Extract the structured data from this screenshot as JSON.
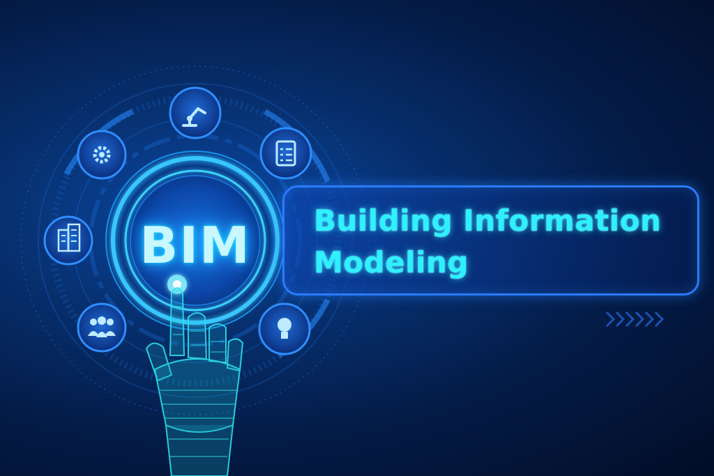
{
  "hub": {
    "label": "BIM"
  },
  "title": {
    "line1": "Building Information",
    "line2": "Modeling"
  },
  "icons": [
    "gear-icon",
    "robot-arm-icon",
    "clipboard-checklist-icon",
    "buildings-icon",
    "team-icon",
    "lightbulb-icon"
  ],
  "colors": {
    "background": "#041c48",
    "accent": "#2ff0ff",
    "panel_border": "#2a7bff",
    "ring": "#1fa0ff"
  }
}
